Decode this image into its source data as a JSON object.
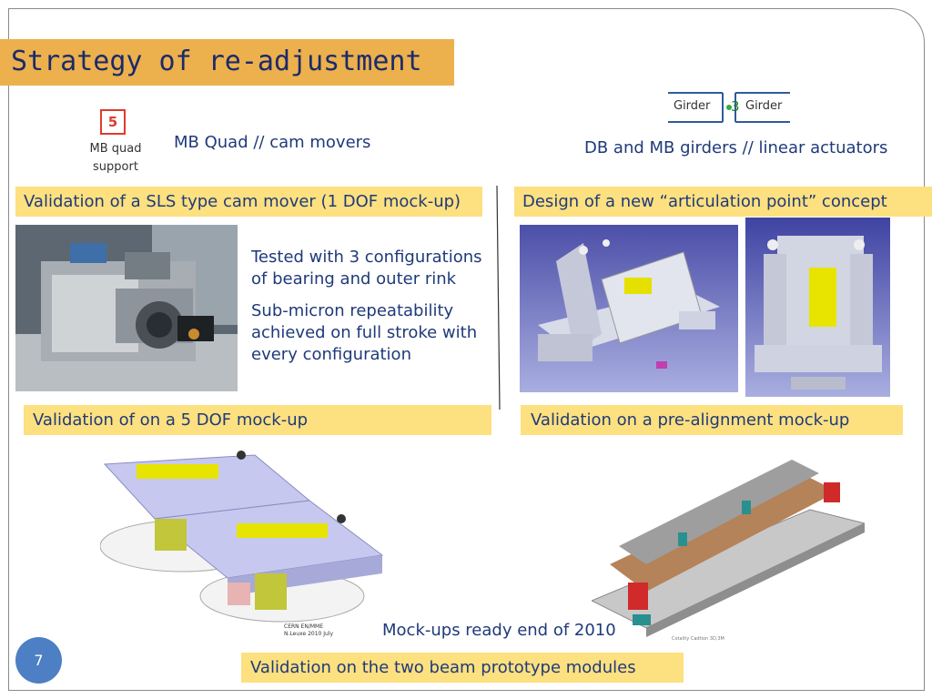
{
  "slide": {
    "title": "Strategy of re-adjustment",
    "page_number": "7"
  },
  "mb_quad": {
    "icon_number": "5",
    "icon_label_line1": "MB quad",
    "icon_label_line2": "support",
    "caption": "MB Quad // cam movers"
  },
  "girders": {
    "left_label": "Girder",
    "number": "3",
    "right_label": "Girder",
    "caption": "DB and MB girders // linear actuators"
  },
  "banners": {
    "sls_cam": "Validation of a SLS type cam mover (1 DOF mock-up)",
    "articulation": "Design of a new “articulation point” concept",
    "five_dof": "Validation of on a 5 DOF mock-up",
    "pre_alignment": "Validation on a pre-alignment mock-up",
    "two_beam": "Validation on the two beam prototype modules"
  },
  "notes": {
    "tested_line1": "Tested with 3 configurations",
    "tested_line2": "of bearing and outer rink",
    "repeat_line1": "Sub-micron repeatability",
    "repeat_line2": "achieved on full stroke with",
    "repeat_line3": "every configuration",
    "mockups_ready": "Mock-ups ready end of 2010"
  },
  "figure_text": {
    "cern_stamp_line1": "CERN EN/MME",
    "cern_stamp_line2": "N.Leuxe 2010 July",
    "catia_stamp": "Cotality Cadtion 3D,3M"
  },
  "colors": {
    "title_bar": "#ECB04C",
    "banner": "#FDE07F",
    "text_blue": "#1F3A7A",
    "page_badge": "#4D7FC4",
    "icon_red": "#E03A2B"
  },
  "icons": {
    "mb_quad_icon": "numbered-square-icon",
    "girder_icon": "girder-junction-icon"
  }
}
